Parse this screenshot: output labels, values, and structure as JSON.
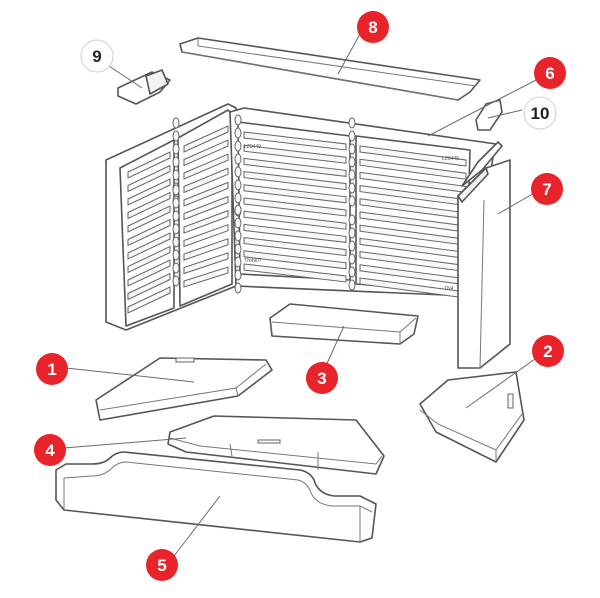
{
  "diagram": {
    "callouts": [
      {
        "id": "callout-1",
        "number": "1",
        "style": "red"
      },
      {
        "id": "callout-2",
        "number": "2",
        "style": "red"
      },
      {
        "id": "callout-3",
        "number": "3",
        "style": "red"
      },
      {
        "id": "callout-4",
        "number": "4",
        "style": "red"
      },
      {
        "id": "callout-5",
        "number": "5",
        "style": "red"
      },
      {
        "id": "callout-6",
        "number": "6",
        "style": "red"
      },
      {
        "id": "callout-7",
        "number": "7",
        "style": "red"
      },
      {
        "id": "callout-8",
        "number": "8",
        "style": "red"
      },
      {
        "id": "callout-9",
        "number": "9",
        "style": "white"
      },
      {
        "id": "callout-10",
        "number": "10",
        "style": "white"
      }
    ],
    "colors": {
      "badge_red": "#e8232a",
      "line": "#555555"
    }
  }
}
